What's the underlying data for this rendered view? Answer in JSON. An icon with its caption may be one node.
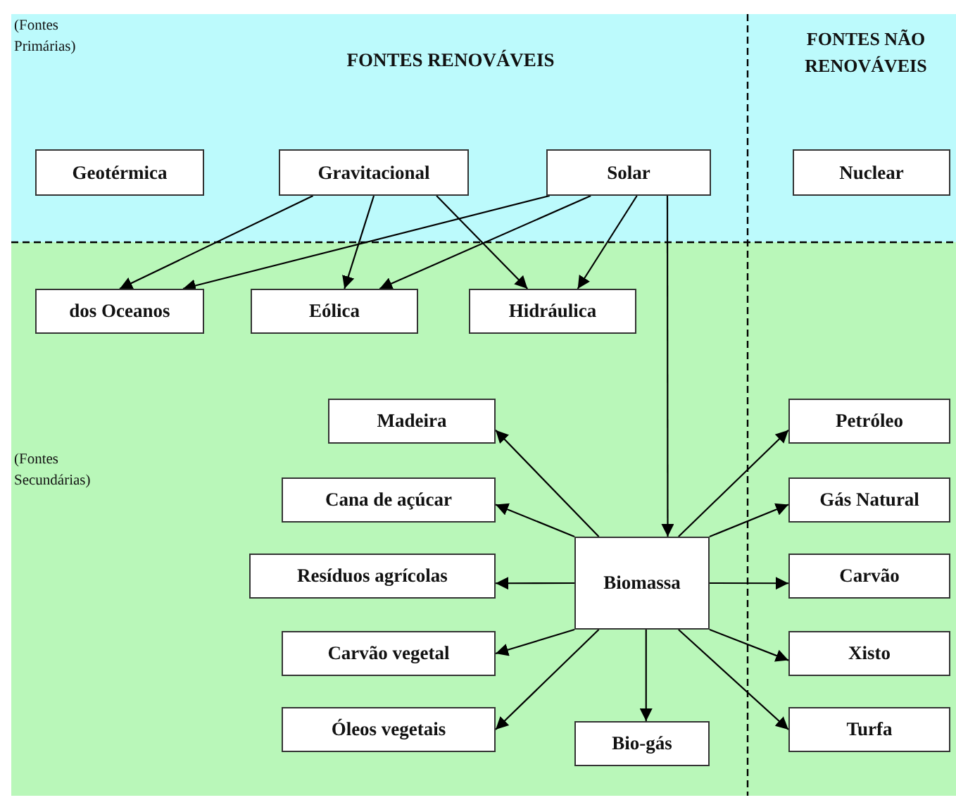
{
  "diagram": {
    "nodes": [
      {
        "text": [
          "Geotérmica"
        ]
      },
      {
        "text": [
          "Gravitacional"
        ]
      },
      {
        "text": [
          "Solar"
        ]
      },
      {
        "text": [
          "Nuclear"
        ]
      },
      {
        "text": [
          "dos Oceanos"
        ]
      },
      {
        "text": [
          "Eólica"
        ]
      },
      {
        "text": [
          "Hidráulica"
        ]
      },
      {
        "text": [
          "Madeira"
        ]
      },
      {
        "text": [
          "Petróleo"
        ]
      },
      {
        "text": [
          "Cana de açúcar"
        ]
      },
      {
        "text": [
          "Gás Natural"
        ]
      },
      {
        "text": [
          "Resíduos agrícolas"
        ]
      },
      {
        "text": [
          "Biomassa"
        ]
      },
      {
        "text": [
          "Carvão"
        ]
      },
      {
        "text": [
          "Carvão vegetal"
        ]
      },
      {
        "text": [
          "Xisto"
        ]
      },
      {
        "text": [
          "Óleos vegetais"
        ]
      },
      {
        "text": [
          "Bio-gás"
        ]
      },
      {
        "text": [
          "Turfa"
        ]
      }
    ],
    "edges": [
      {
        "from": 1,
        "to": 4,
        "arrow": "to"
      },
      {
        "from": 1,
        "to": 5,
        "arrow": "to"
      },
      {
        "from": 1,
        "to": 6,
        "arrow": "to"
      },
      {
        "from": 2,
        "to": 4,
        "arrow": "to"
      },
      {
        "from": 2,
        "to": 5,
        "arrow": "to"
      },
      {
        "from": 2,
        "to": 6,
        "arrow": "to"
      },
      {
        "from": 2,
        "to": 12,
        "arrow": "to"
      },
      {
        "from": 12,
        "to": 7,
        "arrow": "to"
      },
      {
        "from": 12,
        "to": 9,
        "arrow": "to"
      },
      {
        "from": 12,
        "to": 11,
        "arrow": "to"
      },
      {
        "from": 12,
        "to": 14,
        "arrow": "to"
      },
      {
        "from": 12,
        "to": 16,
        "arrow": "to"
      },
      {
        "from": 12,
        "to": 17,
        "arrow": "to"
      },
      {
        "from": 12,
        "to": 8,
        "arrow": "to"
      },
      {
        "from": 12,
        "to": 10,
        "arrow": "to"
      },
      {
        "from": 12,
        "to": 13,
        "arrow": "to"
      },
      {
        "from": 12,
        "to": 15,
        "arrow": "to"
      },
      {
        "from": 12,
        "to": 18,
        "arrow": "to"
      }
    ],
    "labels": [
      "(Fontes Primárias)",
      "FONTES RENOVÁVEIS",
      "FONTES NÃO RENOVÁVEIS",
      "(Fontes Secundárias)"
    ]
  }
}
